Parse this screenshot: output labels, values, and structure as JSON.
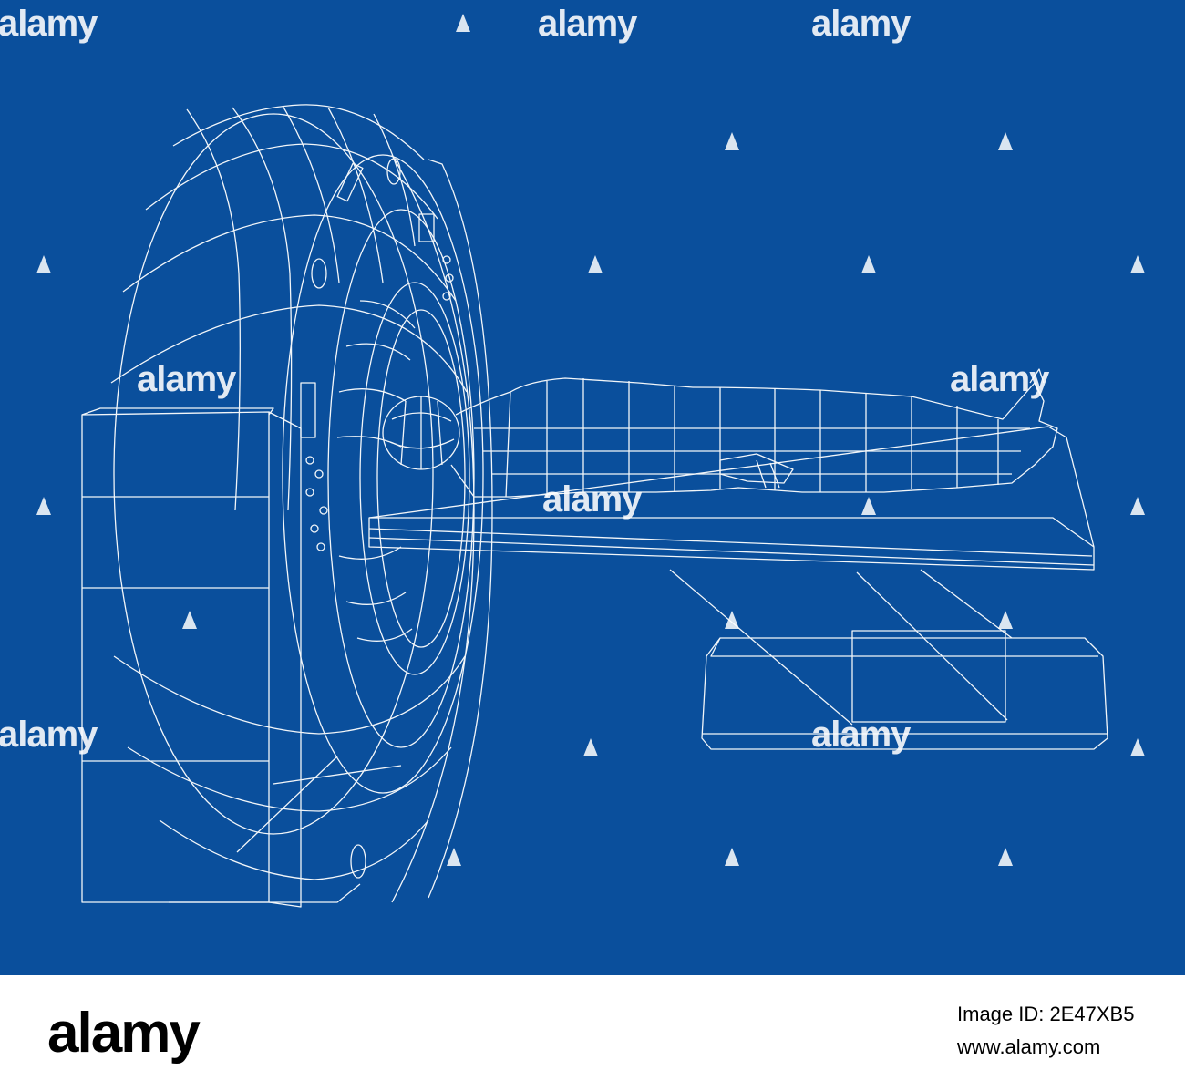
{
  "colors": {
    "blueprint_background": "#0A4F9C",
    "wireframe_line": "#FFFFFF",
    "footer_background": "#FFFFFF",
    "footer_text": "#000000"
  },
  "watermark": {
    "brand_text": "alamy"
  },
  "footer": {
    "logo_text": "alamy",
    "image_id_line": "Image ID: 2E47XB5",
    "url_line": "www.alamy.com"
  },
  "illustration": {
    "subject": "wireframe-ct-scanner-with-patient"
  }
}
